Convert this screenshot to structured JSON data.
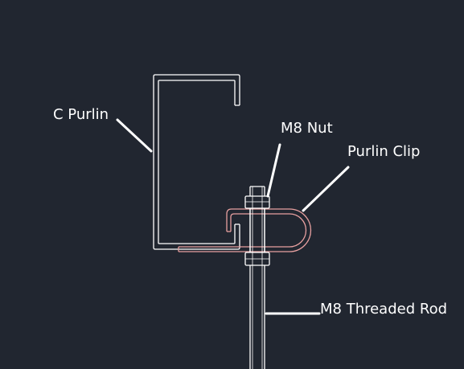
{
  "labels": {
    "c_purlin": "C Purlin",
    "m8_nut": "M8 Nut",
    "purlin_clip": "Purlin Clip",
    "threaded_rod": "M8 Threaded Rod"
  },
  "colors": {
    "background": "#212630",
    "outline": "#ffffff",
    "clip": "#e8a0a0",
    "text": "#ffffff"
  }
}
